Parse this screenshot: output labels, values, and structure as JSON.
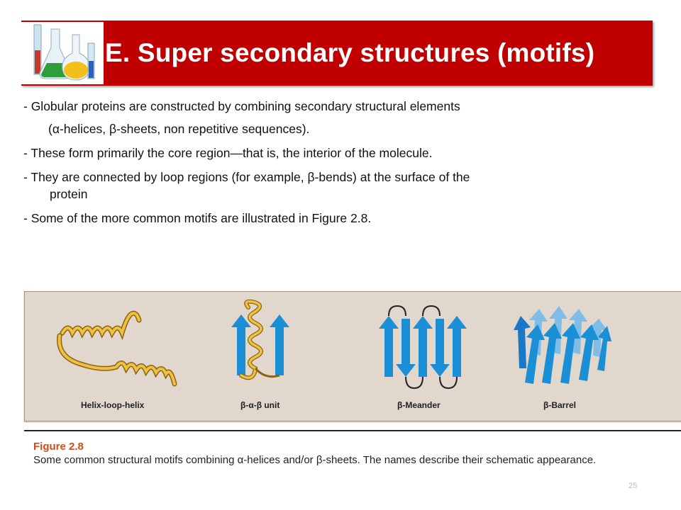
{
  "slide": {
    "title": "E. Super secondary structures (motifs)",
    "bullets": [
      "- Globular proteins are constructed by combining secondary structural elements",
      "(α-helices, β-sheets, non repetitive  sequences).",
      "- These form primarily the core region—that is, the interior of the molecule.",
      "- They are connected by loop regions (for example, β-bends) at the surface of the",
      "protein",
      "- Some of the more common motifs are illustrated in Figure 2.8."
    ],
    "page_number": "25"
  },
  "figure": {
    "labels": [
      "Helix-loop-helix",
      "β-α-β unit",
      "β-Meander",
      "β-Barrel"
    ],
    "caption_title": "Figure 2.8",
    "caption_text": "Some common structural motifs combining α-helices and/or β-sheets. The names describe their schematic appearance."
  },
  "colors": {
    "title_bar": "#c00000",
    "strand_blue": "#1a8fd6",
    "helix_gold": "#e2a92a",
    "panel": "#e1d7cc"
  },
  "icons": [
    "lab-flasks-icon"
  ]
}
